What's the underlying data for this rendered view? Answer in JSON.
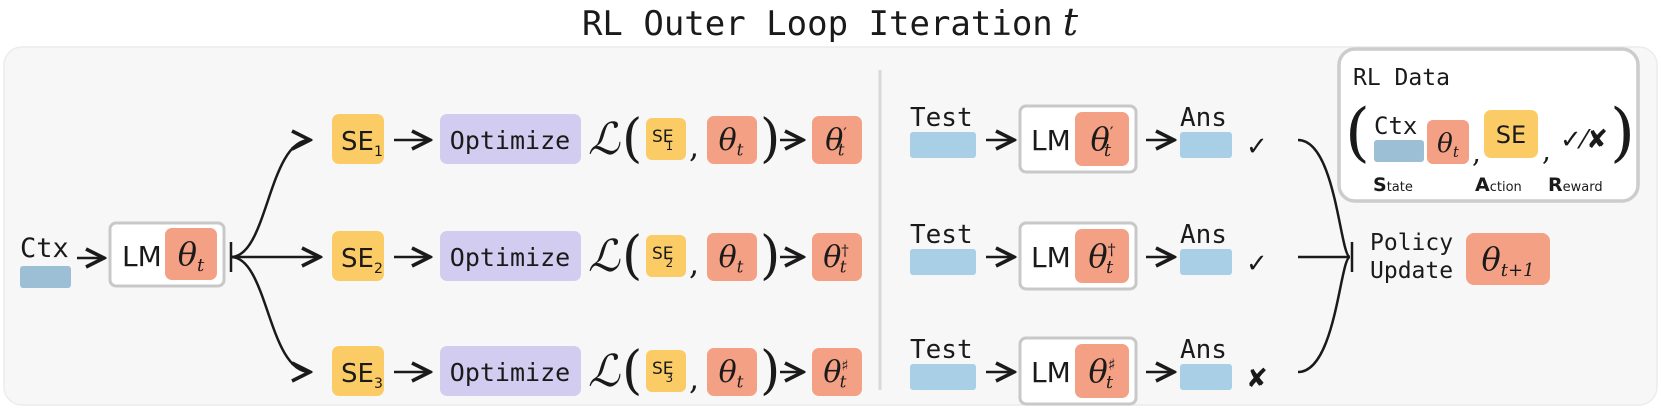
{
  "title": "RL Outer Loop Iteration",
  "title_var": "t",
  "context_label": "Ctx",
  "lm_label": "LM",
  "theta": "θ",
  "sub_t": "t",
  "sub_t1": "t+1",
  "optimize_label": "Optimize",
  "loss_symbol": "ℒ",
  "se_label": "SE",
  "branches": [
    {
      "se_index": "1",
      "mark": "′"
    },
    {
      "se_index": "2",
      "mark": "†"
    },
    {
      "se_index": "3",
      "mark": "♯"
    }
  ],
  "tests": [
    {
      "test_label": "Test",
      "answer_label": "Ans",
      "result": "✓",
      "mark": "′"
    },
    {
      "test_label": "Test",
      "answer_label": "Ans",
      "result": "✓",
      "mark": "†"
    },
    {
      "test_label": "Test",
      "answer_label": "Ans",
      "result": "✘",
      "mark": "♯"
    }
  ],
  "policy": {
    "line1": "Policy",
    "line2": "Update"
  },
  "legend": {
    "title": "RL Data",
    "state_initial": "S",
    "state_rest": "tate",
    "action_initial": "A",
    "action_rest": "ction",
    "reward_initial": "R",
    "reward_rest": "eward",
    "reward_symbol": "✓⁄✘"
  },
  "colors": {
    "panel": "#f7f7f7",
    "panel_border": "#ececec",
    "context_blue": "#9dbfd6",
    "test_blue": "#a9cfe6",
    "theta_salmon": "#f4a084",
    "se_yellow": "#fbcc66",
    "optimize_purple": "#d2cdf0",
    "lm_border": "#c8c8c8",
    "divider": "#d9d9d9",
    "ink": "#1a1a1a"
  }
}
